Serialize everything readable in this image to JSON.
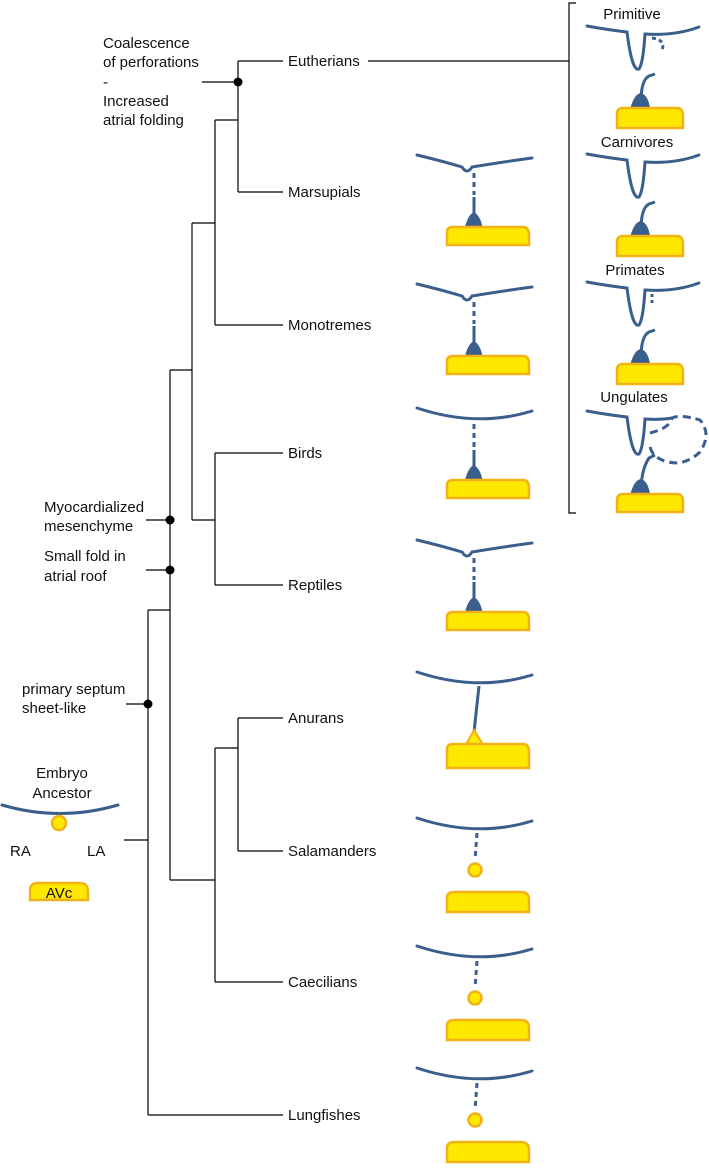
{
  "colors": {
    "line": "#000000",
    "septum": "#3a5f8c",
    "cushion_fill": "#ffe800",
    "cushion_edge": "#f2b217",
    "node": "#000000"
  },
  "taxa": [
    "Eutherians",
    "Marsupials",
    "Monotremes",
    "Birds",
    "Reptiles",
    "Anurans",
    "Salamanders",
    "Caecilians",
    "Lungfishes"
  ],
  "characters": {
    "eutherians": [
      "Coalescence",
      "of perforations",
      "-",
      "Increased",
      "atrial folding"
    ],
    "myocardialized": [
      "Myocardialized",
      "mesenchyme"
    ],
    "small_fold": [
      "Small fold in",
      "atrial roof"
    ],
    "primary_septum": [
      "primary septum",
      "sheet-like"
    ]
  },
  "ancestor": {
    "title": [
      "Embryo",
      "Ancestor"
    ],
    "ra": "RA",
    "la": "LA",
    "avc": "AVc"
  },
  "eutherian_subgroups": [
    "Primitive",
    "Carnivores",
    "Primates",
    "Ungulates"
  ]
}
